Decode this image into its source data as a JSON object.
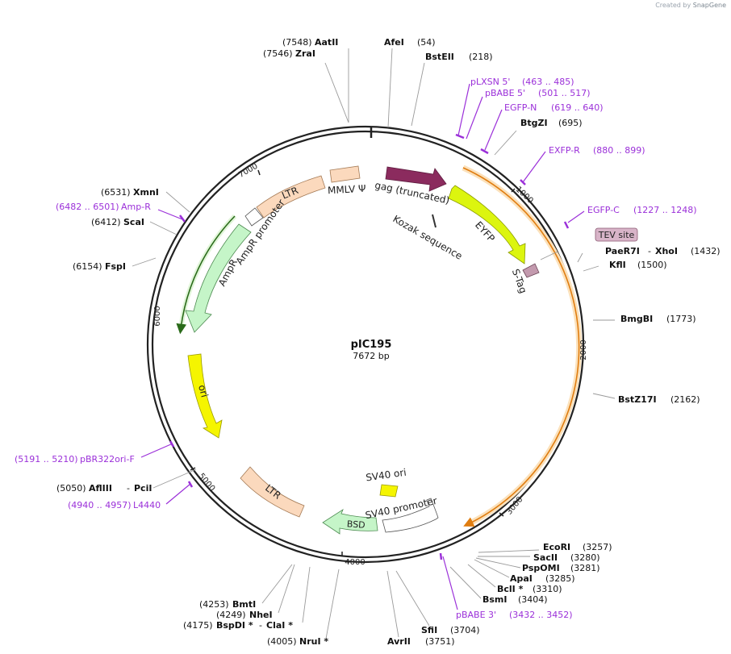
{
  "branding": {
    "created_by": "Created by",
    "app": "SnapGene"
  },
  "plasmid": {
    "name": "pIC195",
    "size_label": "7672 bp",
    "length": 7672
  },
  "scale_ticks": [
    "1000",
    "2000",
    "3000",
    "4000",
    "5000",
    "6000",
    "7000"
  ],
  "colors": {
    "backbone": "#222222",
    "site": "#111111",
    "primer": "#9b30d9",
    "gag": "#8b2b5e",
    "eyfp": "#dcf50f",
    "ltr": "#fbd9bd",
    "ampr": "#c5f5c8",
    "ori": "#f5f500",
    "sv40_ori": "#f5f500",
    "bsd": "#c5f5c8",
    "promoter": "#ffffff",
    "stag": "#c39aae",
    "orange_arc": "#f29a2d"
  },
  "features": [
    {
      "name": "gag (truncated)",
      "kind": "gag"
    },
    {
      "name": "EYFP",
      "kind": "eyfp"
    },
    {
      "name": "S-Tag",
      "kind": "stag"
    },
    {
      "name": "Kozak sequence",
      "kind": "kozak"
    },
    {
      "name": "MMLV Ψ",
      "kind": "ltr"
    },
    {
      "name": "LTR",
      "kind": "ltr"
    },
    {
      "name": "AmpR promoter",
      "kind": "promoter"
    },
    {
      "name": "AmpR",
      "kind": "ampr"
    },
    {
      "name": "ori",
      "kind": "ori"
    },
    {
      "name": "LTR",
      "kind": "ltr"
    },
    {
      "name": "SV40 ori",
      "kind": "sv40_ori"
    },
    {
      "name": "SV40 promoter",
      "kind": "promoter"
    },
    {
      "name": "BSD",
      "kind": "bsd"
    }
  ],
  "tev_site": {
    "label": "TEV site"
  },
  "restriction_sites": [
    {
      "pos": "(7548)",
      "name": "AatII"
    },
    {
      "pos": "(7546)",
      "name": "ZraI"
    },
    {
      "name": "AfeI",
      "pos": "(54)"
    },
    {
      "name": "BstEII",
      "pos": "(218)"
    },
    {
      "name": "BtgZI",
      "pos": "(695)"
    },
    {
      "name": "PaeR7I",
      "name2": "XhoI",
      "pos": "(1432)"
    },
    {
      "name": "KflI",
      "pos": "(1500)"
    },
    {
      "name": "BmgBI",
      "pos": "(1773)"
    },
    {
      "name": "BstZ17I",
      "pos": "(2162)"
    },
    {
      "name": "EcoRI",
      "pos": "(3257)"
    },
    {
      "name": "SacII",
      "pos": "(3280)"
    },
    {
      "name": "PspOMI",
      "pos": "(3281)"
    },
    {
      "name": "ApaI",
      "pos": "(3285)"
    },
    {
      "name": "BclI *",
      "pos": "(3310)"
    },
    {
      "name": "BsmI",
      "pos": "(3404)"
    },
    {
      "name": "SfiI",
      "pos": "(3704)"
    },
    {
      "name": "AvrII",
      "pos": "(3751)"
    },
    {
      "pos": "(4005)",
      "name": "NruI *"
    },
    {
      "pos": "(4175)",
      "name": "BspDI *",
      "name2": "ClaI *"
    },
    {
      "pos": "(4249)",
      "name": "NheI"
    },
    {
      "pos": "(4253)",
      "name": "BmtI"
    },
    {
      "pos": "(5050)",
      "name": "AflIII",
      "name2": "PciI"
    },
    {
      "pos": "(6154)",
      "name": "FspI"
    },
    {
      "pos": "(6412)",
      "name": "ScaI"
    },
    {
      "pos": "(6531)",
      "name": "XmnI"
    }
  ],
  "primers": [
    {
      "name": "pLXSN 5'",
      "range": "(463 .. 485)"
    },
    {
      "name": "pBABE 5'",
      "range": "(501 .. 517)"
    },
    {
      "name": "EGFP-N",
      "range": "(619 .. 640)"
    },
    {
      "name": "EXFP-R",
      "range": "(880 .. 899)"
    },
    {
      "name": "EGFP-C",
      "range": "(1227 .. 1248)"
    },
    {
      "name": "pBABE 3'",
      "range": "(3432 .. 3452)"
    },
    {
      "range": "(5191 .. 5210)",
      "name": "pBR322ori-F"
    },
    {
      "range": "(4940 .. 4957)",
      "name": "L4440"
    },
    {
      "range": "(6482 .. 6501)",
      "name": "Amp-R"
    }
  ]
}
